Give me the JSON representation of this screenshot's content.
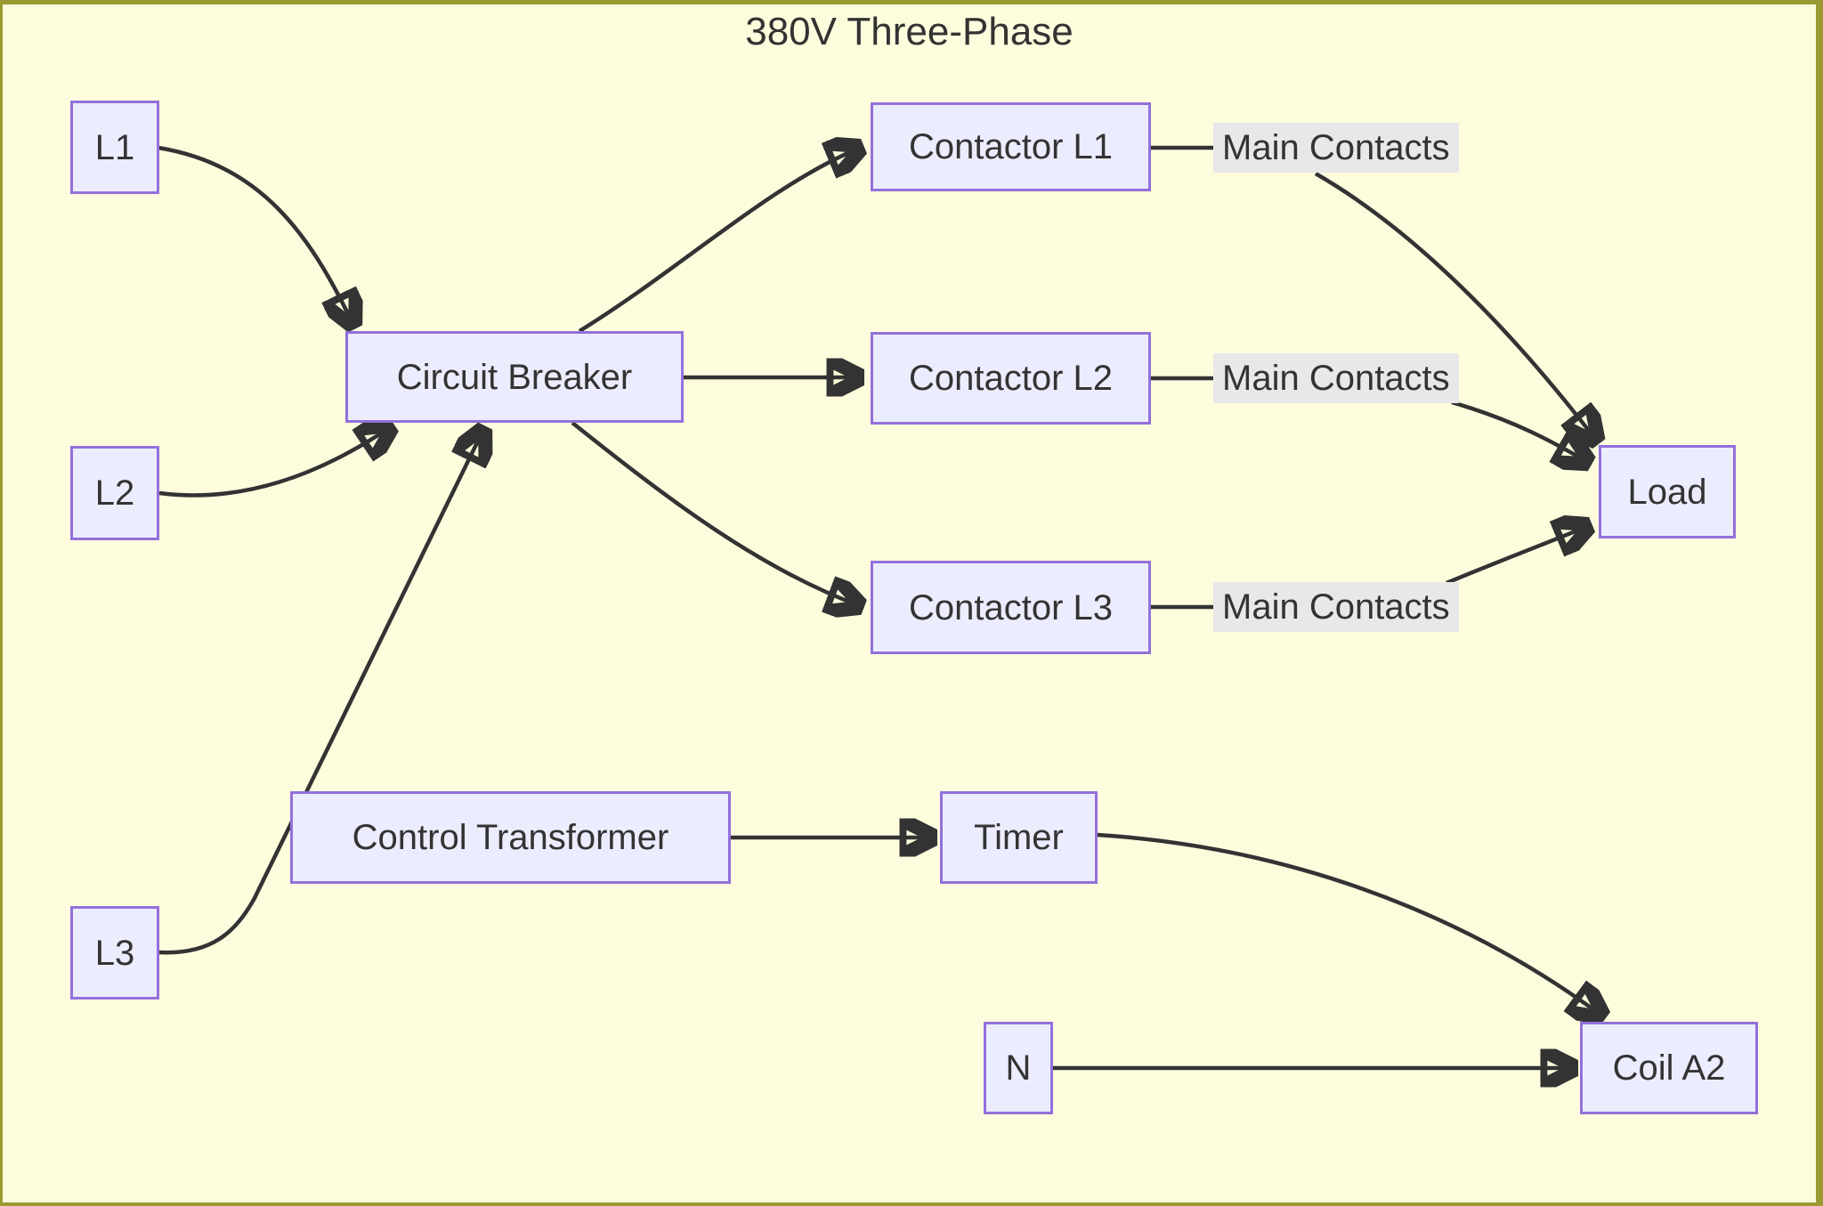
{
  "title": "380V Three-Phase",
  "colors": {
    "background": "#fdfdde",
    "frame": "#9a9a33",
    "node_fill": "#ececff",
    "node_border": "#9370db",
    "edge": "#333333",
    "edge_label_bg": "#e8e8e8",
    "text": "#333333"
  },
  "nodes": {
    "l1": {
      "label": "L1"
    },
    "l2": {
      "label": "L2"
    },
    "l3": {
      "label": "L3"
    },
    "circuit_breaker": {
      "label": "Circuit Breaker"
    },
    "contactor_l1": {
      "label": "Contactor L1"
    },
    "contactor_l2": {
      "label": "Contactor L2"
    },
    "contactor_l3": {
      "label": "Contactor L3"
    },
    "load": {
      "label": "Load"
    },
    "control_transformer": {
      "label": "Control Transformer"
    },
    "timer": {
      "label": "Timer"
    },
    "n": {
      "label": "N"
    },
    "coil_a2": {
      "label": "Coil A2"
    }
  },
  "edges": [
    {
      "from": "L1",
      "to": "Circuit Breaker"
    },
    {
      "from": "L2",
      "to": "Circuit Breaker"
    },
    {
      "from": "L3",
      "to": "Circuit Breaker"
    },
    {
      "from": "Circuit Breaker",
      "to": "Contactor L1"
    },
    {
      "from": "Circuit Breaker",
      "to": "Contactor L2"
    },
    {
      "from": "Circuit Breaker",
      "to": "Contactor L3"
    },
    {
      "from": "Contactor L1",
      "to": "Load",
      "label": "Main Contacts"
    },
    {
      "from": "Contactor L2",
      "to": "Load",
      "label": "Main Contacts"
    },
    {
      "from": "Contactor L3",
      "to": "Load",
      "label": "Main Contacts"
    },
    {
      "from": "Control Transformer",
      "to": "Timer"
    },
    {
      "from": "Timer",
      "to": "Coil A2"
    },
    {
      "from": "N",
      "to": "Coil A2"
    }
  ]
}
